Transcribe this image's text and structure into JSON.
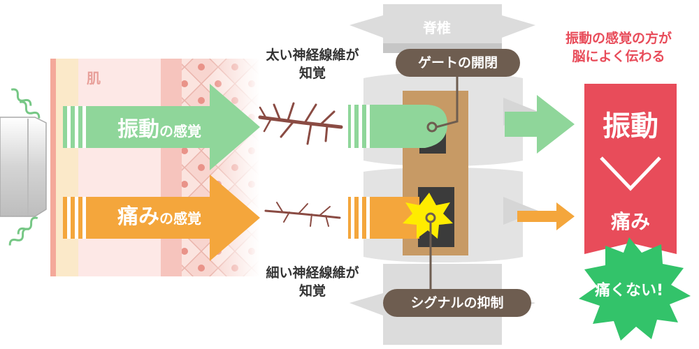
{
  "labels": {
    "skin": "肌",
    "spine": "脊椎",
    "thick_fiber": [
      "太い神経線維が",
      "知覚"
    ],
    "thin_fiber": [
      "細い神経線維が",
      "知覚"
    ],
    "gate": "ゲートの開閉",
    "signal": "シグナルの抑制"
  },
  "arrows": {
    "vibration": {
      "big": "振動",
      "small": "の感覚"
    },
    "pain": {
      "big": "痛み",
      "small": "の感覚"
    }
  },
  "result": {
    "headline": [
      "振動の感覚の方が",
      "脳によく伝わる"
    ],
    "vibration": "振動",
    "pain": "痛み",
    "no_pain": "痛くない!"
  },
  "colors": {
    "green": "#8fd69a",
    "orange": "#f4a63c",
    "red": "#e84c5a",
    "pill": "#6e5d50",
    "burst_green": "#33c36a",
    "star_yellow": "#ffec00"
  }
}
